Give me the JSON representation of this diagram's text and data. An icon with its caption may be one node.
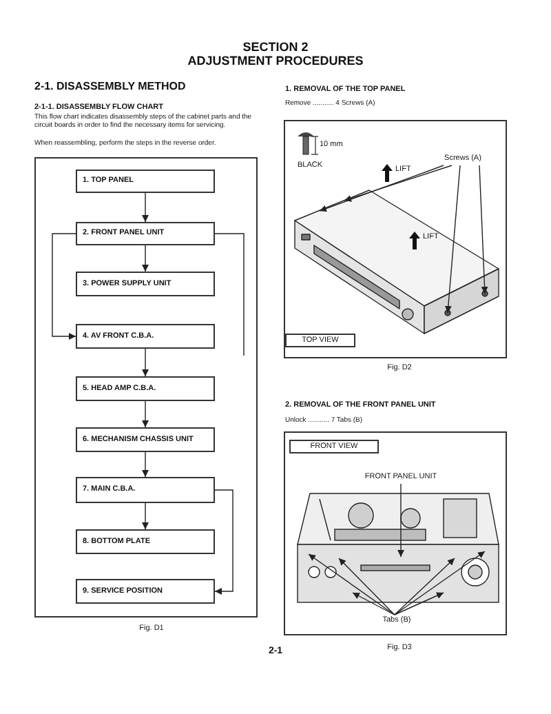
{
  "diagram": {
    "title": "SECTION 2",
    "nodes": [
      {
        "text": [
          "1. TOP PANEL"
        ]
      },
      {
        "text": [
          "2. FRONT PANEL UNIT"
        ]
      },
      {
        "text": [
          "3. POWER SUPPLY UNIT"
        ]
      },
      {
        "text": [
          "4. AV FRONT C.B.A."
        ]
      },
      {
        "text": [
          "5. HEAD AMP C.B.A."
        ]
      },
      {
        "text": [
          "6. MECHANISM CHASSIS UNIT"
        ]
      },
      {
        "text": [
          "7. MAIN C.B.A."
        ]
      },
      {
        "text": [
          "8. BOTTOM PLATE"
        ]
      },
      {
        "text": [
          "9. SERVICE POSITION"
        ]
      },
      {
        "text": [
          "Screws (A)"
        ]
      },
      {
        "text": [
          "TOP VIEW"
        ]
      },
      {
        "text": [
          "FRONT VIEW"
        ]
      },
      {
        "text": [
          "FRONT PANEL UNIT"
        ]
      },
      {
        "text": [
          "Tabs (B)"
        ]
      },
      {
        "text": [],
        "shape": "picture"
      },
      {
        "text": [],
        "shape": "picture"
      }
    ],
    "edges": [
      {
        "from": 0,
        "to": 1,
        "arrow": "to"
      },
      {
        "from": 1,
        "to": 2,
        "arrow": "to"
      },
      {
        "from": 1,
        "to": 3,
        "arrow": "to"
      },
      {
        "from": 1,
        "to": null,
        "arrow": "none"
      },
      {
        "from": 3,
        "to": 4,
        "arrow": "to"
      },
      {
        "from": 4,
        "to": 5,
        "arrow": "to"
      },
      {
        "from": 5,
        "to": 6,
        "arrow": "to"
      },
      {
        "from": 6,
        "to": 7,
        "arrow": "to"
      },
      {
        "from": 6,
        "to": 8,
        "arrow": "to"
      },
      {
        "from": 9,
        "to": 14,
        "arrow": "to"
      },
      {
        "from": 9,
        "to": 14,
        "arrow": "to"
      },
      {
        "from": 9,
        "to": 14,
        "arrow": "to"
      },
      {
        "from": 9,
        "to": 14,
        "arrow": "to"
      },
      {
        "from": 12,
        "to": 15,
        "arrow": "to"
      },
      {
        "from": 13,
        "to": 15,
        "arrow": "to"
      },
      {
        "from": 13,
        "to": 15,
        "arrow": "to"
      },
      {
        "from": 13,
        "to": 15,
        "arrow": "to"
      },
      {
        "from": 13,
        "to": 15,
        "arrow": "to"
      },
      {
        "from": 13,
        "to": 15,
        "arrow": "to"
      },
      {
        "from": 13,
        "to": 15,
        "arrow": "to"
      }
    ],
    "labels": [
      "ADJUSTMENT PROCEDURES",
      "2-1. DISASSEMBLY METHOD",
      "2-1-1. DISASSEMBLY FLOW CHART",
      "This flow chart indicates disassembly steps of the cabinet parts and the circuit boards in order to find the necessary items for servicing.",
      "When reassembling, perform the steps in the reverse order.",
      "Fig. D1",
      "1. REMOVAL OF THE TOP PANEL",
      "Remove ........... 4 Screws (A)",
      "10 mm",
      "BLACK",
      "LIFT",
      "LIFT",
      "Fig. D2",
      "2. REMOVAL OF THE FRONT PANEL UNIT",
      "Unlock ........... 7 Tabs (B)",
      "Fig. D3",
      "2-1"
    ]
  }
}
